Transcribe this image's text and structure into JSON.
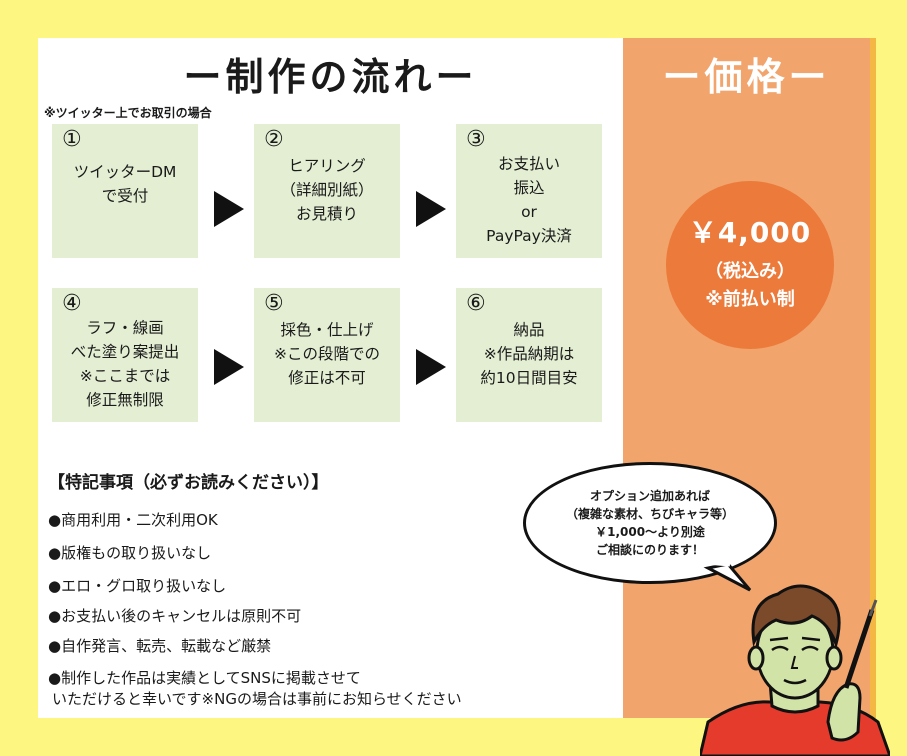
{
  "header": {
    "flow_title": "ー制作の流れー",
    "price_title": "ー価格ー"
  },
  "note": "※ツイッター上でお取引の場合",
  "steps": [
    {
      "num": "①",
      "lines": [
        "ツイッターDM",
        "で受付"
      ]
    },
    {
      "num": "②",
      "lines": [
        "ヒアリング",
        "（詳細別紙）",
        "お見積り"
      ]
    },
    {
      "num": "③",
      "lines": [
        "お支払い",
        "振込",
        "or",
        "PayPay決済"
      ]
    },
    {
      "num": "④",
      "lines": [
        "ラフ・線画",
        "べた塗り案提出",
        "※ここまでは",
        "修正無制限"
      ]
    },
    {
      "num": "⑤",
      "lines": [
        "採色・仕上げ",
        "※この段階での",
        "修正は不可"
      ]
    },
    {
      "num": "⑥",
      "lines": [
        "納品",
        "※作品納期は",
        "約10日間目安"
      ]
    }
  ],
  "price": {
    "amount": "￥4,000",
    "tax": "（税込み）",
    "prepay": "※前払い制"
  },
  "special": {
    "heading": "【特記事項（必ずお読みください）】",
    "items": [
      "●商用利用・二次利用OK",
      "●版権もの取り扱いなし",
      "●エロ・グロ取り扱いなし",
      "●お支払い後のキャンセルは原則不可",
      "●自作発言、転売、転載など厳禁",
      "●制作した作品は実績としてSNSに掲載させて",
      "いただけると幸いです※NGの場合は事前にお知らせください"
    ]
  },
  "bubble": {
    "lines": [
      "オプション追加あれば",
      "（複雑な素材、ちびキャラ等）",
      "￥1,000～より別途",
      "ご相談にのります！"
    ]
  },
  "colors": {
    "background": "#fdf782",
    "step_box": "#e3eed3",
    "price_panel": "#f1a46c",
    "price_circle": "#ec7a3a"
  }
}
